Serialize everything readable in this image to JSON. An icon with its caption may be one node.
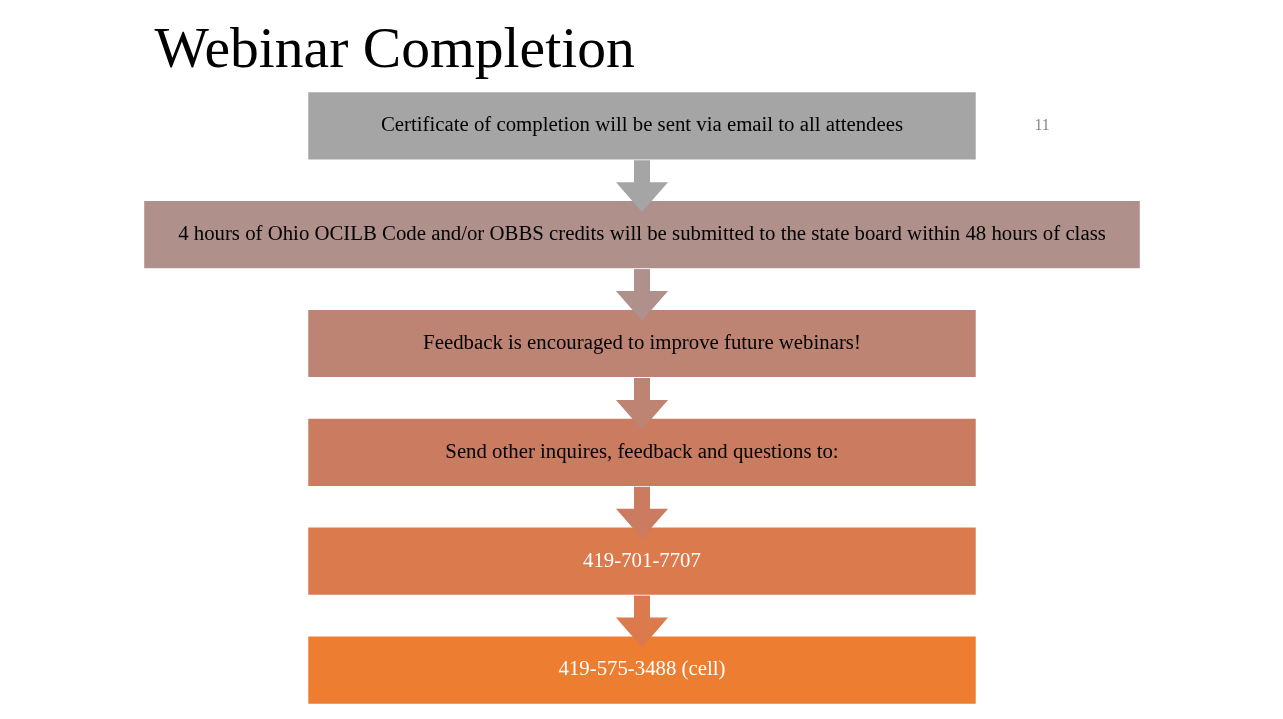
{
  "diagram": {
    "title": "Webinar Completion",
    "nodes": [
      {
        "text": [
          "Certificate of completion will be sent via email to all attendees"
        ]
      },
      {
        "text": [
          "4 hours of Ohio OCILB Code and/or OBBS credits will be submitted to the state board within 48 hours of class"
        ]
      },
      {
        "text": [
          "Feedback is encouraged to improve future webinars!"
        ]
      },
      {
        "text": [
          "Send other inquires, feedback and questions to:"
        ]
      },
      {
        "text": [
          "419-701-7707"
        ]
      },
      {
        "text": [
          "419-575-3488 (cell)"
        ]
      }
    ],
    "edges": [
      {
        "from": 0,
        "to": 1,
        "arrow": "to"
      },
      {
        "from": 1,
        "to": 2,
        "arrow": "to"
      },
      {
        "from": 2,
        "to": 3,
        "arrow": "to"
      },
      {
        "from": 3,
        "to": 4,
        "arrow": "to"
      },
      {
        "from": 4,
        "to": 5,
        "arrow": "to"
      }
    ],
    "labels": [
      "11"
    ]
  }
}
